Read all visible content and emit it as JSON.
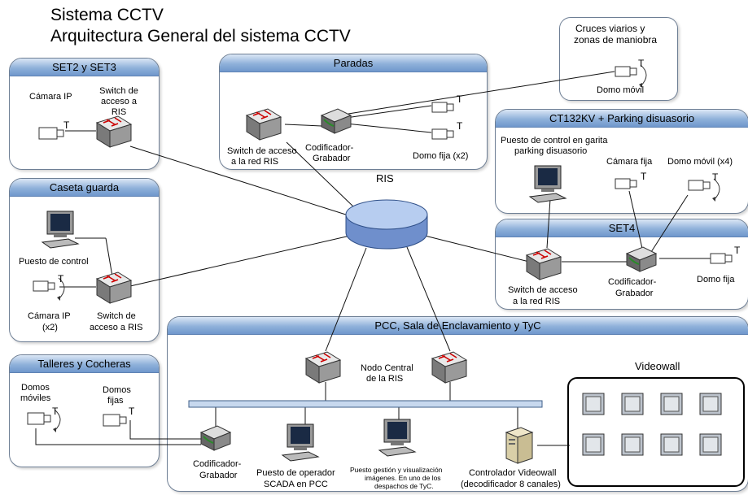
{
  "title": {
    "line1": "Sistema CCTV",
    "line2": "Arquitectura General del sistema CCTV"
  },
  "zones": {
    "set2": {
      "title": "SET2 y SET3",
      "camera": "Cámara IP",
      "switch": "Switch de acceso a RIS"
    },
    "paradas": {
      "title": "Paradas",
      "switch_l1": "Switch de acceso",
      "switch_l2": "a la red RIS",
      "encoder_l1": "Codificador-",
      "encoder_l2": "Grabador",
      "dome": "Domo fija (x2)"
    },
    "cruces": {
      "title_l1": "Cruces viarios y",
      "title_l2": "zonas de maniobra",
      "dome": "Domo móvil"
    },
    "ct132": {
      "title": "CT132KV + Parking disuasorio",
      "pc_l1": "Puesto de control en garita",
      "pc_l2": "parking disuasorio",
      "fixed_cam": "Cámara fija",
      "dome_mobile": "Domo móvil (x4)"
    },
    "caseta": {
      "title": "Caseta guarda",
      "pc": "Puesto de control",
      "cam_l1": "Cámara IP",
      "cam_l2": "(x2)",
      "switch_l1": "Switch de",
      "switch_l2": "acceso a RIS"
    },
    "set4": {
      "title": "SET4",
      "switch_l1": "Switch de acceso",
      "switch_l2": "a la red RIS",
      "encoder_l1": "Codificador-",
      "encoder_l2": "Grabador",
      "dome": "Domo fija"
    },
    "talleres": {
      "title": "Talleres y Cocheras",
      "domes_mobile_l1": "Domos",
      "domes_mobile_l2": "móviles",
      "domes_fixed_l1": "Domos",
      "domes_fixed_l2": "fijas"
    },
    "pcc": {
      "title": "PCC, Sala de Enclavamiento y TyC",
      "node_l1": "Nodo Central",
      "node_l2": "de la RIS",
      "encoder_l1": "Codificador-",
      "encoder_l2": "Grabador",
      "scada_l1": "Puesto de operador",
      "scada_l2": "SCADA en PCC",
      "mgmt_l1": "Puesto gestión y visualización",
      "mgmt_l2": "imágenes. En uno de los",
      "mgmt_l3": "despachos de TyC.",
      "vw_ctrl_l1": "Controlador Videowall",
      "vw_ctrl_l2": "(decodificador 8 canales)",
      "videowall": "Videowall"
    }
  },
  "ris": "RIS",
  "camera_mark": "T"
}
